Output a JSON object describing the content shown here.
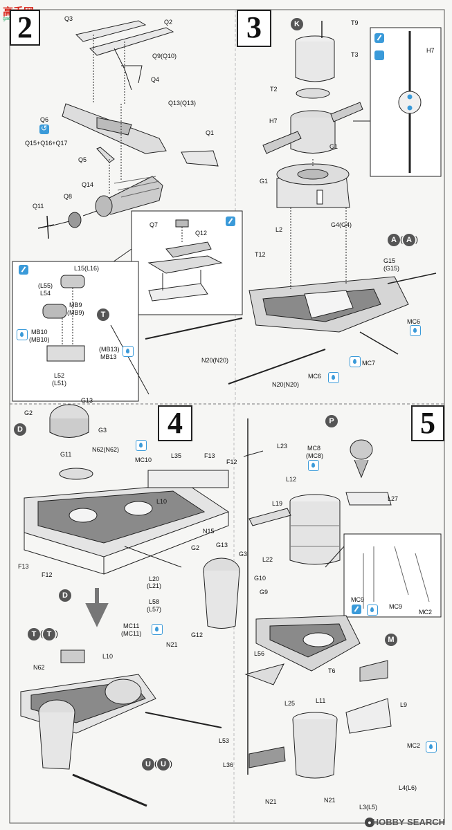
{
  "logo": {
    "text": "高手网",
    "sub": "gao-shou.com"
  },
  "watermark": {
    "text": "HOBBY SEARCH",
    "icon": "hobby-search-logo-icon"
  },
  "steps": {
    "s2": "2",
    "s3": "3",
    "s4": "4",
    "s5": "5"
  },
  "circles": {
    "K": "K",
    "T": "T",
    "A": "A",
    "A2": "A",
    "D": "D",
    "D2": "D",
    "T1": "T",
    "T2": "T",
    "P": "P",
    "M": "M",
    "U1": "U",
    "U2": "U"
  },
  "labels": {
    "Q3": "Q3",
    "Q2": "Q2",
    "Q9": "Q9(Q10)",
    "Q4": "Q4",
    "Q13": "Q13(Q13)",
    "Q6": "Q6",
    "Q15": "Q15+Q16+Q17",
    "Q1": "Q1",
    "Q5": "Q5",
    "Q14": "Q14",
    "Q8": "Q8",
    "Q11": "Q11",
    "Q7": "Q7",
    "Q12": "Q12",
    "T9": "T9",
    "T3": "T3",
    "T2": "T2",
    "H7a": "H7",
    "H7b": "H7",
    "G1a": "G1",
    "G1b": "G1",
    "L2": "L2",
    "G4": "G4(G4)",
    "G15": "G15",
    "G15b": "(G15)",
    "T12": "T12",
    "MC6a": "MC6",
    "MC6b": "MC6",
    "MC7": "MC7",
    "N20a": "N20(N20)",
    "N20b": "N20(N20)",
    "L15": "L15(L16)",
    "L55": "(L55)",
    "L54": "L54",
    "MB9": "MB9",
    "MB9b": "(MB9)",
    "MB10": "MB10",
    "MB10b": "(MB10)",
    "MB13a": "(MB13)",
    "MB13b": "MB13",
    "L52": "L52",
    "L51": "(L51)",
    "G2a": "G2",
    "G13a": "G13",
    "G3a": "G3",
    "G11": "G11",
    "N62a": "N62(N62)",
    "MC10": "MC10",
    "L35": "L35",
    "F13a": "F13",
    "F12a": "F12",
    "L10a": "L10",
    "N15": "N15",
    "F13b": "F13",
    "F12b": "F12",
    "G2b": "G2",
    "G13b": "G13",
    "G3b": "G3",
    "L20": "L20",
    "L21": "(L21)",
    "L58": "L58",
    "L57": "(L57)",
    "MC11": "MC11",
    "MC11b": "(MC11)",
    "N21a": "N21",
    "G12": "G12",
    "N62b": "N62",
    "L10b": "L10",
    "L23": "L23",
    "MC8": "MC8",
    "MC8b": "(MC8)",
    "L12": "L12",
    "L27": "L27",
    "L19": "L19",
    "L22": "L22",
    "G10": "G10",
    "G9": "G9",
    "MC9a": "MC9",
    "MC9b": "MC9",
    "MC2a": "MC2",
    "L56": "L56",
    "T6": "T6",
    "L25": "L25",
    "L11": "L11",
    "L9": "L9",
    "MC2b": "MC2",
    "L53": "L53",
    "L36": "L36",
    "L4": "L4(L6)",
    "N21b": "N21",
    "N21c": "N21",
    "L3": "L3(L5)"
  },
  "icons": {
    "paint": "paint-brush-icon",
    "drop": "glue-drop-icon",
    "rotate": "rotate-icon",
    "variant": "variant-icon"
  },
  "colors": {
    "ink": "#222222",
    "icon_blue": "#3a9ad9",
    "circle_gray": "#555555",
    "deck_gray": "#8a8a8a",
    "logo_red": "#d9261c"
  }
}
